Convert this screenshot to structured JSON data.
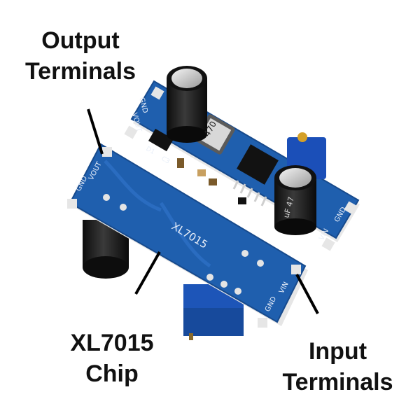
{
  "labels": {
    "output": {
      "line1": "Output",
      "line2": "Terminals"
    },
    "chip": {
      "line1": "XL7015",
      "line2": "Chip"
    },
    "input": {
      "line1": "Input",
      "line2": "Terminals"
    }
  },
  "silkscreen": {
    "front_chip": "XL7015",
    "front_vout": "VOUT",
    "front_gnd_left": "GND",
    "front_vin": "VIN",
    "front_gnd_right": "GND",
    "back_gnd": "GND",
    "back_vout": "VOUT",
    "back_d1": "D1",
    "back_c3": "C3",
    "back_vin": "VIN",
    "back_gnd_right": "GND",
    "inductor_code": "470",
    "cap_text": "uF 47"
  },
  "colors": {
    "pcb": "#1f5fae",
    "pcb_dark": "#174a8c",
    "trace": "#2a6cc0",
    "text": "#111111",
    "pointer": "#000000"
  }
}
